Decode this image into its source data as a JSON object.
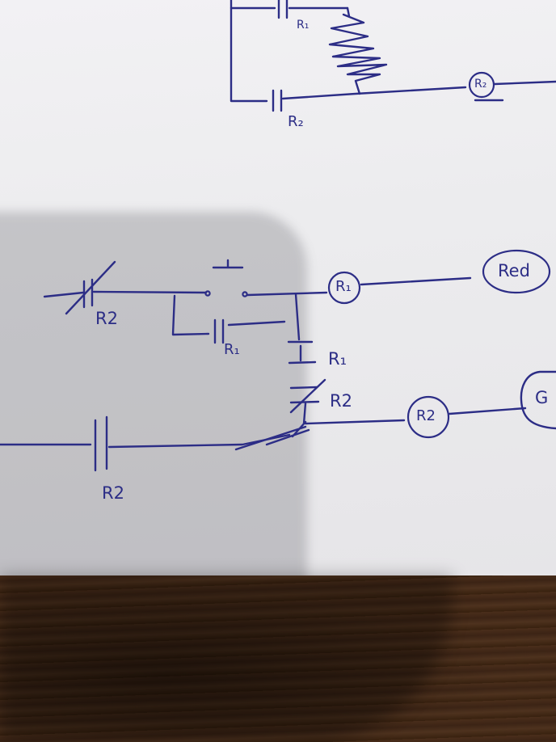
{
  "labels": {
    "top_r1": "R₁",
    "top_r2": "R₂",
    "top_coil_r2": "R₂",
    "nc_r2_left": "R2",
    "hold_r1": "R₁",
    "coil_r1": "R₁",
    "lamp_red": "Red",
    "contact_r1": "R₁",
    "contact_r2": "R2",
    "coil_r2": "R2",
    "lamp_g": "G",
    "bottom_r2": "R2"
  },
  "colors": {
    "ink": "#2c2d86",
    "paper": "#eeedf0",
    "table": "#3a2416"
  }
}
